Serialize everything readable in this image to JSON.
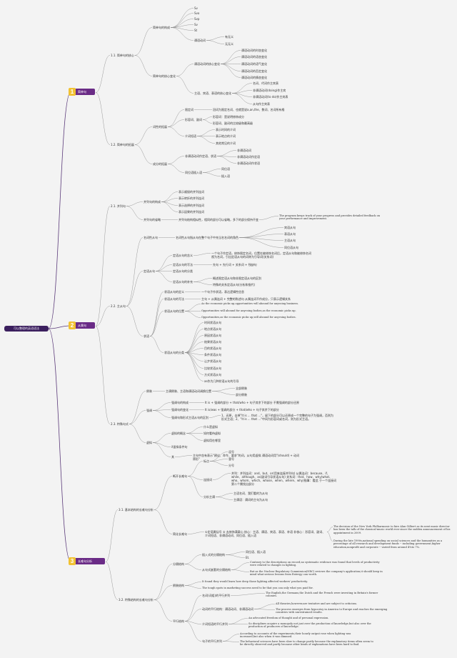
{
  "root": {
    "title": "可以整理的英语语法"
  },
  "l1": [
    {
      "num": "1",
      "text": "简单句"
    },
    {
      "num": "2",
      "text": "从属句"
    },
    {
      "num": "3",
      "text": "长难句分析"
    }
  ],
  "nodes": [
    {
      "id": "s1_1",
      "text": "1.1. 简单句的核心"
    },
    {
      "id": "s1_1a",
      "text": "简单句的构成"
    },
    {
      "id": "sv",
      "text": "Sv"
    },
    {
      "id": "svo",
      "text": "Svo"
    },
    {
      "id": "svp",
      "text": "Svp"
    },
    {
      "id": "sv2",
      "text": "Sv"
    },
    {
      "id": "st",
      "text": "St"
    },
    {
      "id": "jbsy",
      "text": "谓语动词"
    },
    {
      "id": "yxs",
      "text": "有无义"
    },
    {
      "id": "wxs",
      "text": "无无义"
    },
    {
      "id": "s1_1b",
      "text": "简单句的核心变化"
    },
    {
      "id": "wyb",
      "text": "谓语动词的核心变化"
    },
    {
      "id": "b1",
      "text": "谓语动词的时态变化"
    },
    {
      "id": "b2",
      "text": "谓语动词的语态变化"
    },
    {
      "id": "b3",
      "text": "谓语动词的语气变化"
    },
    {
      "id": "b4",
      "text": "谓语动词的否定变化"
    },
    {
      "id": "b5",
      "text": "谓语动词的情态变化"
    },
    {
      "id": "zy",
      "text": "主语、宾语、表语的核心变化"
    },
    {
      "id": "zy1",
      "text": "名词、代词作主宾表"
    },
    {
      "id": "zy2",
      "text": "非谓语动词(doing)作主宾"
    },
    {
      "id": "zy3",
      "text": "非谓语动词(to do)作主宾表"
    },
    {
      "id": "zy4",
      "text": "从句作主宾表"
    },
    {
      "id": "s1_2",
      "text": "1.2. 简单句的拓展"
    },
    {
      "id": "dy",
      "text": "词性的拓展"
    },
    {
      "id": "dy1",
      "text": "限定词"
    },
    {
      "id": "dy1d",
      "text": "冠词为限定名词、也就是说a,an,the、数词、名词所有格"
    },
    {
      "id": "dy2",
      "text": "形容词、副词"
    },
    {
      "id": "dy2a",
      "text": "形容词：是说明修饰成分"
    },
    {
      "id": "dy2b",
      "text": "形容词、副词的比较级和最高级"
    },
    {
      "id": "dy3",
      "text": "介词短语"
    },
    {
      "id": "dy3a",
      "text": "表示时间的介词"
    },
    {
      "id": "dy3b",
      "text": "表示地点的介词"
    },
    {
      "id": "dy3c",
      "text": "其他常见的介词"
    },
    {
      "id": "cf",
      "text": "成分的拓展"
    },
    {
      "id": "cf1",
      "text": "非谓语动词作定语、状语"
    },
    {
      "id": "cf1a",
      "text": "非谓语动词"
    },
    {
      "id": "cf1b",
      "text": "非谓语动词作定语"
    },
    {
      "id": "cf1c",
      "text": "非谓语动词作状语"
    },
    {
      "id": "cf2",
      "text": "同位语插入语"
    },
    {
      "id": "cf2a",
      "text": "同位语"
    },
    {
      "id": "cf2b",
      "text": "插入语"
    },
    {
      "id": "s2_1",
      "text": "2.1. 并列句"
    },
    {
      "id": "bl1",
      "text": "并列句的构成"
    },
    {
      "id": "bl1a",
      "text": "表示顺接的并列连词"
    },
    {
      "id": "bl1b",
      "text": "表示转折的并列连词"
    },
    {
      "id": "bl1c",
      "text": "表示选择的并列连词"
    },
    {
      "id": "bl1d",
      "text": "表示因果的并列连词"
    },
    {
      "id": "bl2",
      "text": "并列句的省略"
    },
    {
      "id": "bl2d",
      "text": "并列句结构相似性，相同的部分可以省略，多下的部分保持不变"
    },
    {
      "id": "bl2e",
      "text": "The program keeps track of your progress and provides detailed feedback on your performance and improvement."
    },
    {
      "id": "s2_2",
      "text": "2.2. 主从句"
    },
    {
      "id": "mc",
      "text": "名词性从句"
    },
    {
      "id": "mcd",
      "text": "名词性从句指从句在整个句子中充当名名词的角色"
    },
    {
      "id": "mc1",
      "text": "宾语从句"
    },
    {
      "id": "mc2",
      "text": "表语从句"
    },
    {
      "id": "mc3",
      "text": "主语从句"
    },
    {
      "id": "mc4",
      "text": "同位语从句"
    },
    {
      "id": "dc",
      "text": "定语从句"
    },
    {
      "id": "dc1",
      "text": "定语从句的含义"
    },
    {
      "id": "dc1d",
      "text": "一个句子作定语，修饰限定名词，位置在被修饰名词后，定语从句和被修饰名词视为名词，引出定语从句的词称为引导词(关系词)"
    },
    {
      "id": "dc2",
      "text": "定语从句的写法"
    },
    {
      "id": "dc2d",
      "text": "先句 + 先行词 + 关系词 + 残缺句"
    },
    {
      "id": "dc3",
      "text": "定语从句的分类"
    },
    {
      "id": "dc4",
      "text": "定语从句的补充"
    },
    {
      "id": "dc4a",
      "text": "概述限定语从句和非限定语从句的区别"
    },
    {
      "id": "dc4b",
      "text": "特殊的关系定语从句(分析和指代)"
    },
    {
      "id": "zc",
      "text": "状语"
    },
    {
      "id": "zc1",
      "text": "状语从句的定义"
    },
    {
      "id": "zc1d",
      "text": "一个句子作状语，表达逻辑性信息"
    },
    {
      "id": "zc2",
      "text": "状语从句的写法"
    },
    {
      "id": "zc2d",
      "text": "主句 + 从属连词 + 完整的陈述句 从属连词不作成分，只表示逻辑关系"
    },
    {
      "id": "zc3",
      "text": "状语从句的位置"
    },
    {
      "id": "zc3a",
      "text": "As the economic picks up,opportunities will abound for anyvoing business."
    },
    {
      "id": "zc3b",
      "text": "Opportunities will abound for anyvoing bodies,as the economic picks up."
    },
    {
      "id": "zc3c",
      "text": "Opportunities,as the economic picks up,will abound for anyvoing bodies."
    },
    {
      "id": "zc4",
      "text": "状语从句的分类"
    },
    {
      "id": "zc4a",
      "text": "时间状语从句"
    },
    {
      "id": "zc4b",
      "text": "地点状语从句"
    },
    {
      "id": "zc4c",
      "text": "原因状语从句"
    },
    {
      "id": "zc4d",
      "text": "结果状语从句"
    },
    {
      "id": "zc4e",
      "text": "目的状语从句"
    },
    {
      "id": "zc4f",
      "text": "条件状语从句"
    },
    {
      "id": "zc4g",
      "text": "让步状语从句"
    },
    {
      "id": "zc4h",
      "text": "比较状语从句"
    },
    {
      "id": "zc4i",
      "text": "方式状语从句"
    },
    {
      "id": "zc4j",
      "text": "as作为几种状语从句的引导"
    },
    {
      "id": "s2_3",
      "text": "2.3. 特殊句式"
    },
    {
      "id": "tsa",
      "text": "倒装"
    },
    {
      "id": "tsa1",
      "text": "主谓倒装、主语和谓语动词调换位置"
    },
    {
      "id": "tsa1a",
      "text": "全部倒装"
    },
    {
      "id": "tsa1b",
      "text": "部分倒装"
    },
    {
      "id": "tsb",
      "text": "强调"
    },
    {
      "id": "tsb1",
      "text": "强调句的构成"
    },
    {
      "id": "tsb1d",
      "text": "It is + 强调的部分 + that/who + 句子其余下的部分 不需强调的部分还原"
    },
    {
      "id": "tsb2",
      "text": "强调句的变化"
    },
    {
      "id": "tsb2d",
      "text": "It is/was + 强调的部分 + that/who + 句子其余下的部分"
    },
    {
      "id": "tsb3",
      "text": "强调句和形式主语从句的区别"
    },
    {
      "id": "tsb3d",
      "text": "1、还原，去掉\"It is ... that ...\"，留下的部分可以还原成一个完整的句子为强调，否则为形式主语；2、\"It is ... that ...\"中间为形容词或名词，则为形式主语。"
    },
    {
      "id": "tsc",
      "text": "虚拟"
    },
    {
      "id": "tsc1",
      "text": "虚拟的概念"
    },
    {
      "id": "tsc1a",
      "text": "什么是虚拟"
    },
    {
      "id": "tsc1b",
      "text": "如何看待虚拟"
    },
    {
      "id": "tsc1c",
      "text": "虚拟用在哪里"
    },
    {
      "id": "tsc2",
      "text": "if虚拟条件句"
    },
    {
      "id": "tsc3",
      "text": "其"
    },
    {
      "id": "tsc3d",
      "text": "主句中含有表示\"建议、命令、要求\"的词，从句用虚拟 谓语动词用\"(should) + 动词原形\""
    },
    {
      "id": "s3_1",
      "text": "3.1. 基本结构的长难句分析"
    },
    {
      "id": "jb1",
      "text": "断开长难句"
    },
    {
      "id": "jb1a",
      "text": "标点"
    },
    {
      "id": "jb1a1",
      "text": "逗号"
    },
    {
      "id": "jb1a2",
      "text": "冒号"
    },
    {
      "id": "jb1a3",
      "text": "分号"
    },
    {
      "id": "jb1b",
      "text": "连接词"
    },
    {
      "id": "jb1bd",
      "text": "并列：并列连词：and、but、or(用来连接并列句) 从属连词：because、if、while、although、as(副词引导状语从句) 关系词：that、how、why(what、who、whom、which、whose、when、where、why)指事：看此 于一个连接词 第二个需找出部分"
    },
    {
      "id": "jb1c",
      "text": "分析主谓"
    },
    {
      "id": "jb1c1",
      "text": "主语名词、我们看的为从句"
    },
    {
      "id": "jb1c2",
      "text": "主谓语：谓词的主句为从句"
    },
    {
      "id": "jb2",
      "text": "简化长难句"
    },
    {
      "id": "jb2d",
      "text": "①定语属括号 ② 去修饰满载心 核心：主语、谓语、宾语、表语、补语 非核心：形容词、副词、介词短语、非谓语动词、同位语、插入语"
    },
    {
      "id": "jb2e",
      "text": "The decision of the New York Philharmonic to hire Alan Gilbert as its next music director has been the talk of the classical-music world ever since the sudden announcement of his appointment in 2009."
    },
    {
      "id": "jb2f",
      "text": "During the late 1990s,national spending on social sciences and the humanities as a percentage of all research and development funds -- including government,higher education,nonprofit and corporate -- varied from around 4%to 7%."
    },
    {
      "id": "s3_2",
      "text": "3.2. 特殊结构的长难句分析"
    },
    {
      "id": "fg",
      "text": "分隔结构"
    },
    {
      "id": "fg1",
      "text": "插入式的分隔结构"
    },
    {
      "id": "fg1a",
      "text": "同位语、插入语"
    },
    {
      "id": "fg1b",
      "text": "Et."
    },
    {
      "id": "fg2",
      "text": "从句式嵌套的分隔结构"
    },
    {
      "id": "fg2a",
      "text": "Contrary to the descriptions on record,no systematic evidence was found that levels of productivity were related to changes in lighting."
    },
    {
      "id": "fg2b",
      "text": "But as the Nuclear Regulatory Commission(NRC) reviews the company's application,it should keep in mind what serious lessons from Entergy can worth."
    },
    {
      "id": "dz",
      "text": "倒装结构"
    },
    {
      "id": "dz1",
      "text": "It found they would learn how deep those lighting affected workers' productivity."
    },
    {
      "id": "dz2",
      "text": "The tough spots in marketing success need to be that you can only what you paid for."
    },
    {
      "id": "pl",
      "text": "平行结构"
    },
    {
      "id": "pl1",
      "text": "名词(词组)的平行并列"
    },
    {
      "id": "pl1a",
      "text": "The English,the Germans,the Dutch and the French were investing in Britain's former colonies."
    },
    {
      "id": "pl2",
      "text": "动词的平行结构：谓语动词、非谓语动词"
    },
    {
      "id": "pl2a",
      "text": "All theories,however,are tentative and are subject to criticism."
    },
    {
      "id": "pl2b",
      "text": "The process emerges from hypocrisy in America to Europe and reaches the emerging countries with unrestrained results."
    },
    {
      "id": "pl3",
      "text": "介词短语的平行并列"
    },
    {
      "id": "pl3a",
      "text": "An advocated freedom of thought and of personal expression."
    },
    {
      "id": "pl3b",
      "text": "So disciplines acquire a monopoly not just over the production of knowledge,but also over the production of producers of knowledge."
    },
    {
      "id": "pl4",
      "text": "句子的平行并列"
    },
    {
      "id": "pl4a",
      "text": "According to accounts of the experiments,their hourly output rose when lighting was increased,but also when it was dimmed."
    },
    {
      "id": "pl4b",
      "text": "The behavioral sciences have been slow to change partly because the explanatory items often seem to be directly observed and partly because other kinds of explanations have been hard to find."
    }
  ],
  "colors": {
    "background": "#f3f3f3",
    "branch": "#5b3a7a",
    "line": "#888888",
    "root": "#3b1f5e",
    "badge": "#f1c232"
  }
}
